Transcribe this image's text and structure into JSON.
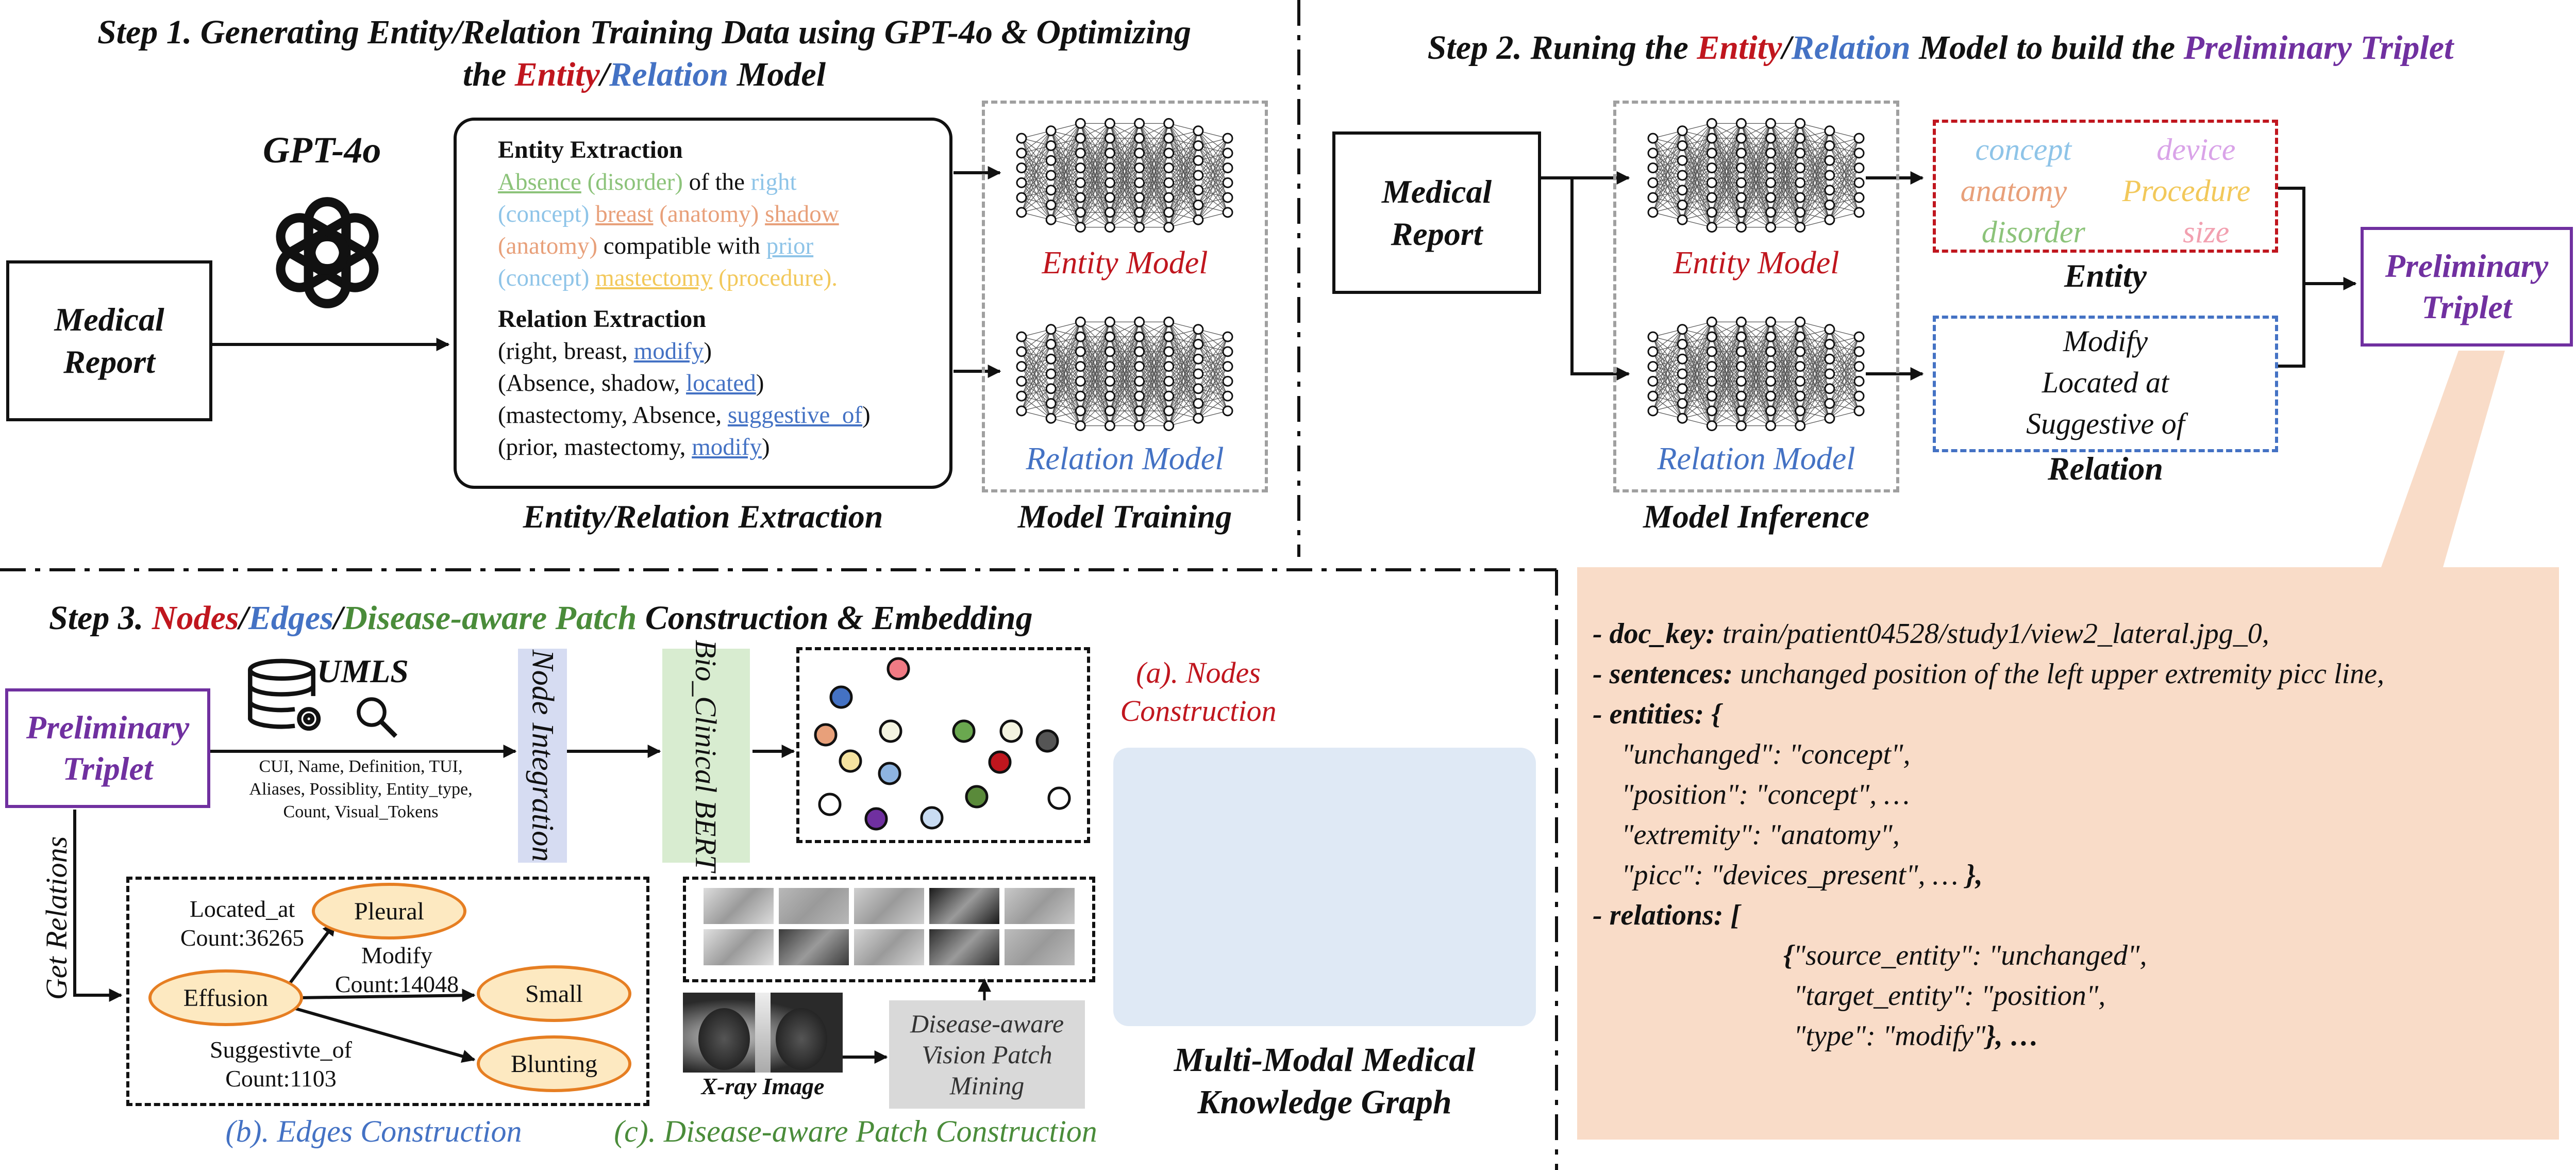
{
  "step1": {
    "title_line1_prefix": "Step 1. Generating Entity/Relation Training Data using GPT-4o & Optimizing",
    "title_line2_the": "the ",
    "title_line2_entity": "Entity",
    "title_line2_slash": "/",
    "title_line2_relation": "Relation",
    "title_line2_model": " Model",
    "gpt_label": "GPT-4o",
    "medical_report_l1": "Medical",
    "medical_report_l2": "Report",
    "entity_extraction_heading": "Entity Extraction",
    "relation_extraction_heading": "Relation Extraction",
    "ext_segments": [
      "Absence",
      " (disorder)",
      " of the ",
      "right",
      "(concept) ",
      "breast",
      " (anatomy) ",
      "shadow",
      "(anatomy) ",
      "compatible with ",
      "prior",
      "(concept) ",
      "mastectomy",
      " (procedure)."
    ],
    "relations": [
      {
        "pre": "(right, breast, ",
        "rel": "modify",
        "post": ")"
      },
      {
        "pre": "(Absence, shadow, ",
        "rel": "located",
        "post": ")"
      },
      {
        "pre": "(mastectomy, Absence, ",
        "rel": "suggestive_of",
        "post": ")"
      },
      {
        "pre": "(prior, mastectomy, ",
        "rel": "modify",
        "post": ")"
      }
    ],
    "entity_model": "Entity Model",
    "relation_model": "Relation Model",
    "caption_extraction": "Entity/Relation Extraction",
    "caption_training": "Model Training"
  },
  "step2": {
    "title_prefix": "Step 2. Runing the ",
    "title_entity": "Entity",
    "title_slash": "/",
    "title_relation": "Relation",
    "title_mid": " Model to build the ",
    "title_triplet": "Preliminary Triplet",
    "medical_report_l1": "Medical",
    "medical_report_l2": "Report",
    "entity_model": "Entity Model",
    "relation_model": "Relation Model",
    "entity_types": [
      "concept",
      "device",
      "anatomy",
      "Procedure",
      "disorder",
      "size"
    ],
    "entity_label": "Entity",
    "relation_types": [
      "Modify",
      "Located at",
      "Suggestive of"
    ],
    "relation_label": "Relation",
    "caption_inference": "Model Inference",
    "triplet_l1": "Preliminary",
    "triplet_l2": "Triplet"
  },
  "step3": {
    "title_prefix": "Step 3. ",
    "title_nodes": "Nodes",
    "title_slash1": "/",
    "title_edges": "Edges",
    "title_slash2": "/",
    "title_patch": "Disease-aware Patch",
    "title_suffix": " Construction & Embedding",
    "triplet_l1": "Preliminary",
    "triplet_l2": "Triplet",
    "umls": "UMLS",
    "umls_fields": [
      "CUI, Name, Definition, TUI,",
      "Aliases, Possiblity, Entity_type,",
      "Count, Visual_Tokens"
    ],
    "node_integration": "Node Integration",
    "bio_bert": "Bio_Clinical BERT",
    "nodes_caption_l1": "(a). Nodes",
    "nodes_caption_l2": "Construction",
    "get_relations": "Get Relations",
    "edges": {
      "effusion": "Effusion",
      "pleural": "Pleural",
      "small": "Small",
      "blunting": "Blunting",
      "located_at_l1": "Located_at",
      "located_at_l2": "Count:36265",
      "modify_l1": "Modify",
      "modify_l2": "Count:14048",
      "suggestive_l1": "Suggestivte_of",
      "suggestive_l2": "Count:1103"
    },
    "xray_label": "X-ray Image",
    "mining_l1": "Disease-aware",
    "mining_l2": "Vision Patch",
    "mining_l3": "Mining",
    "edges_caption": "(b). Edges Construction",
    "patch_caption": "(c). Disease-aware Patch Construction",
    "kg_l1": "Multi-Modal Medical",
    "kg_l2": "Knowledge Graph"
  },
  "json_example": {
    "doc_key_label": "- doc_key:",
    "doc_key_value": " train/patient04528/study1/view2_lateral.jpg_0,",
    "sentences_label": "- sentences:",
    "sentences_value": " unchanged position of the left upper extremity picc line,",
    "entities_label": "- entities: {",
    "entity_lines": [
      "    \"unchanged\": \"concept\",",
      "    \"position\": \"concept\", …",
      "    \"extremity\": \"anatomy\",",
      "    \"picc\": \"devices_present\", … "
    ],
    "entities_close": "},",
    "relations_label": "- relations: [",
    "rel_open": "{",
    "rel_line1": "\"source_entity\": \"unchanged\",",
    "rel_line2": "\"target_entity\": \"position\",",
    "rel_line3": "\"type\": \"modify\"",
    "rel_close": "}, …"
  },
  "colors": {
    "red": "#c0161e",
    "blue": "#4472c4",
    "green": "#4a8c3a",
    "purple": "#7030a0",
    "concept": "#8ec4e8",
    "anatomy": "#e8a07a",
    "disorder": "#8cc37a",
    "device": "#d9a3e8",
    "procedure": "#f2c85a",
    "size": "#f2a0b0",
    "json_bg": "#f9dcc8"
  }
}
